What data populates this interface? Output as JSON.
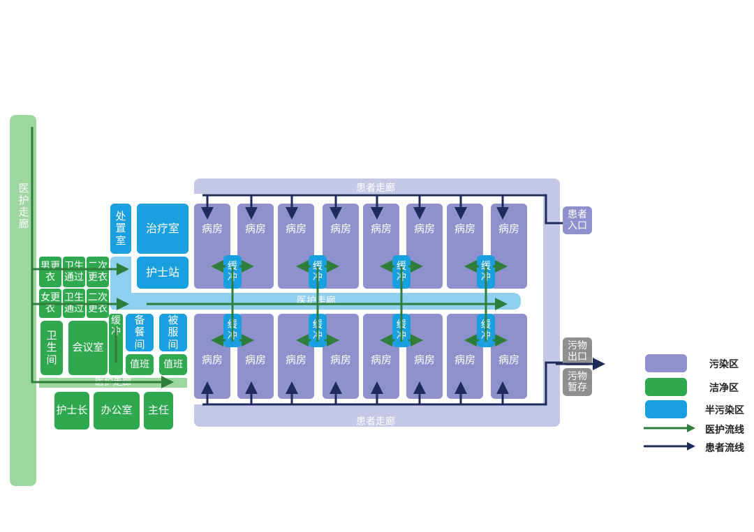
{
  "colors": {
    "contaminated": "#8e91cc",
    "contaminated_light": "#c5c7e6",
    "clean": "#2fa84f",
    "clean_light": "#9ed6a0",
    "semi": "#1a9fdf",
    "semi_light": "#8fd0f0",
    "staff_line": "#2f7d3a",
    "patient_line": "#1f2b5a"
  },
  "corridors": {
    "staff_vertical": "医护走廊",
    "staff_middle": "医护走廊",
    "staff_bottom": "医护走廊",
    "patient_top": "患者走廊",
    "patient_bottom": "患者走廊"
  },
  "rooms": {
    "ward": "病房",
    "buffer": "缓冲",
    "treatment": "治疗室",
    "disposal": "处置室",
    "nurse_station": "护士站",
    "male_change": "男更衣",
    "female_change": "女更衣",
    "sanitary_pass_1": "卫生通过",
    "sanitary_pass_2": "卫生通过",
    "second_change_1": "二次更衣",
    "second_change_2": "二次更衣",
    "toilet": "卫生间",
    "meeting": "会议室",
    "buffer_left": "缓冲",
    "pantry": "备餐间",
    "linen": "被服间",
    "duty_1": "值班",
    "duty_2": "值班",
    "head_nurse": "护士长",
    "office": "办公室",
    "director": "主任",
    "patient_entrance": "患者入口",
    "dirt_exit": "污物出口",
    "dirt_storage": "污物暂存"
  },
  "legend": [
    {
      "label": "污染区",
      "color": "#8e91cc"
    },
    {
      "label": "洁净区",
      "color": "#2fa84f"
    },
    {
      "label": "半污染区",
      "color": "#1a9fdf"
    },
    {
      "label": "医护流线",
      "color": "#2f7d3a"
    },
    {
      "label": "患者流线",
      "color": "#1f2b5a"
    }
  ]
}
